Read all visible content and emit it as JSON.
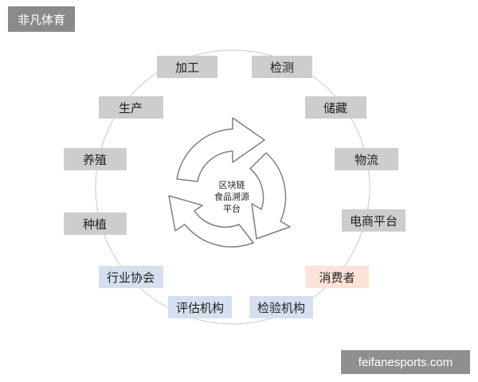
{
  "brand": "非凡体育",
  "watermark": "feifanesports.com",
  "colors": {
    "node_gray": "#cdcdcd",
    "node_blue": "#d4e0ef",
    "node_peach": "#fbe4d7",
    "ring": "#d9d9d9",
    "arrow_stroke": "#7f7f7f"
  },
  "center": {
    "lines": [
      "区块链",
      "食品溯源",
      "平台"
    ]
  },
  "nodes": [
    {
      "id": "jiagong",
      "label": "加工",
      "style": "gray"
    },
    {
      "id": "jiance",
      "label": "检测",
      "style": "gray"
    },
    {
      "id": "chucang",
      "label": "储藏",
      "style": "gray"
    },
    {
      "id": "wuliu",
      "label": "物流",
      "style": "gray"
    },
    {
      "id": "dianshang",
      "label": "电商平台",
      "style": "gray"
    },
    {
      "id": "xiaofeizhe",
      "label": "消费者",
      "style": "peach"
    },
    {
      "id": "jianyan",
      "label": "检验机构",
      "style": "blue"
    },
    {
      "id": "pinggu",
      "label": "评估机构",
      "style": "blue"
    },
    {
      "id": "xiehui",
      "label": "行业协会",
      "style": "blue"
    },
    {
      "id": "zhongzhi",
      "label": "种植",
      "style": "gray"
    },
    {
      "id": "yangzhi",
      "label": "养殖",
      "style": "gray"
    },
    {
      "id": "shengchan",
      "label": "生产",
      "style": "gray"
    }
  ]
}
